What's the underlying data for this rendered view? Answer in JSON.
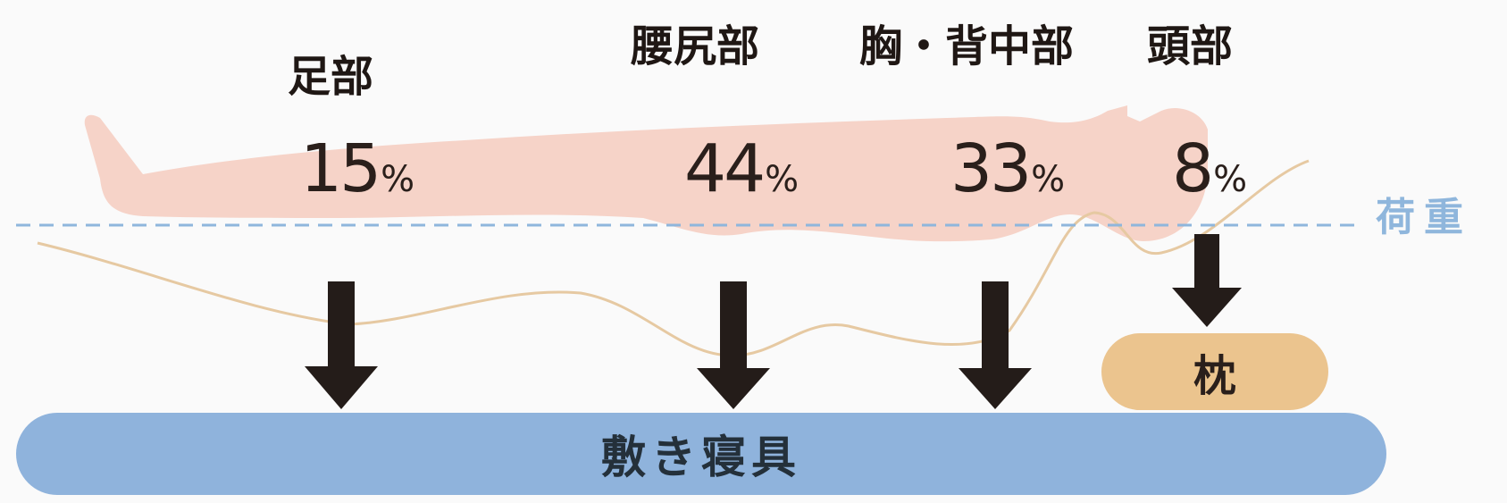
{
  "parts": [
    {
      "label": "足部",
      "value": 15,
      "unit": "%"
    },
    {
      "label": "腰尻部",
      "value": 44,
      "unit": "%"
    },
    {
      "label": "胸・背中部",
      "value": 33,
      "unit": "%"
    },
    {
      "label": "頭部",
      "value": 8,
      "unit": "%"
    }
  ],
  "load_label": "荷重",
  "pillow_label": "枕",
  "mattress_label": "敷き寝具",
  "colors": {
    "body": "#f6d3c8",
    "load_line": "#8fb6dc",
    "curve": "#e6c9a2",
    "arrow": "#241c19",
    "mattress": "#8fb3dc",
    "pillow": "#ebc48e"
  }
}
